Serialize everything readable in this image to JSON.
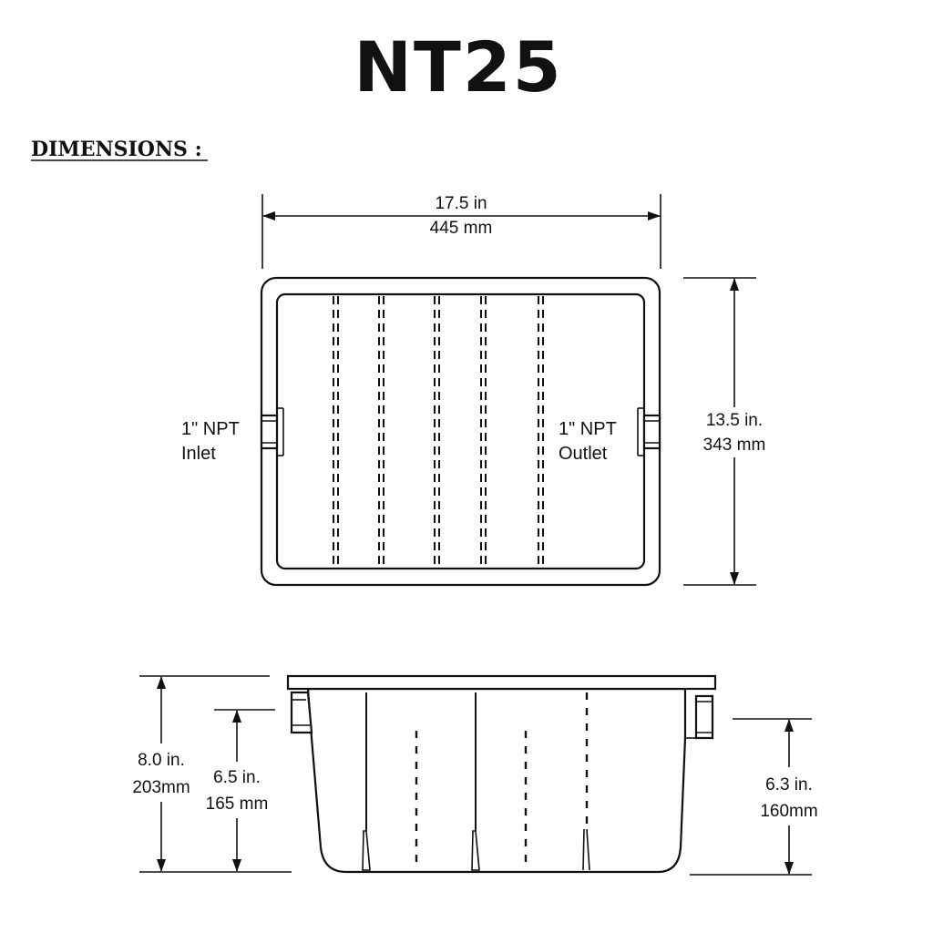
{
  "title": "NT25",
  "section_heading": "DIMENSIONS :",
  "top_view": {
    "width_in": "17.5 in",
    "width_mm": "445 mm",
    "depth_in": "13.5 in.",
    "depth_mm": "343 mm",
    "inlet_line1": "1\" NPT",
    "inlet_line2": "Inlet",
    "outlet_line1": "1\" NPT",
    "outlet_line2": "Outlet"
  },
  "side_view": {
    "total_height_in": "8.0 in.",
    "total_height_mm": "203mm",
    "inlet_height_in": "6.5 in.",
    "inlet_height_mm": "165 mm",
    "outlet_height_in": "6.3 in.",
    "outlet_height_mm": "160mm"
  },
  "colors": {
    "line": "#111111",
    "background": "#ffffff"
  }
}
